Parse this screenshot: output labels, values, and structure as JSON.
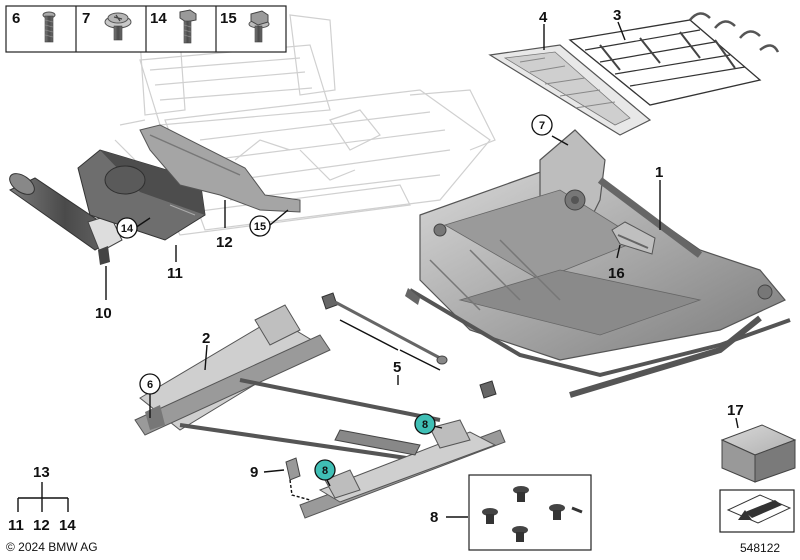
{
  "fastener_box": {
    "cells": [
      {
        "label": "6",
        "icon": "screw-torx-small"
      },
      {
        "label": "7",
        "icon": "screw-flanged-torx"
      },
      {
        "label": "14",
        "icon": "hex-bolt"
      },
      {
        "label": "15",
        "icon": "hex-flange-bolt"
      }
    ]
  },
  "callouts": {
    "c1": "1",
    "c2": "2",
    "c3": "3",
    "c4": "4",
    "c5": "5",
    "c7": "7",
    "c8a": "8",
    "c8b": "8",
    "c8set": "8",
    "c6": "6",
    "c9": "9",
    "c10": "10",
    "c11": "11",
    "c12": "12",
    "c14": "14",
    "c15": "15",
    "c16": "16",
    "c17": "17"
  },
  "tree": {
    "parent": "13",
    "children": [
      "11",
      "12",
      "14"
    ]
  },
  "highlight_color": "#3fbfb5",
  "footer": {
    "copyright": "© 2024 BMW AG",
    "image_number": "548122"
  }
}
